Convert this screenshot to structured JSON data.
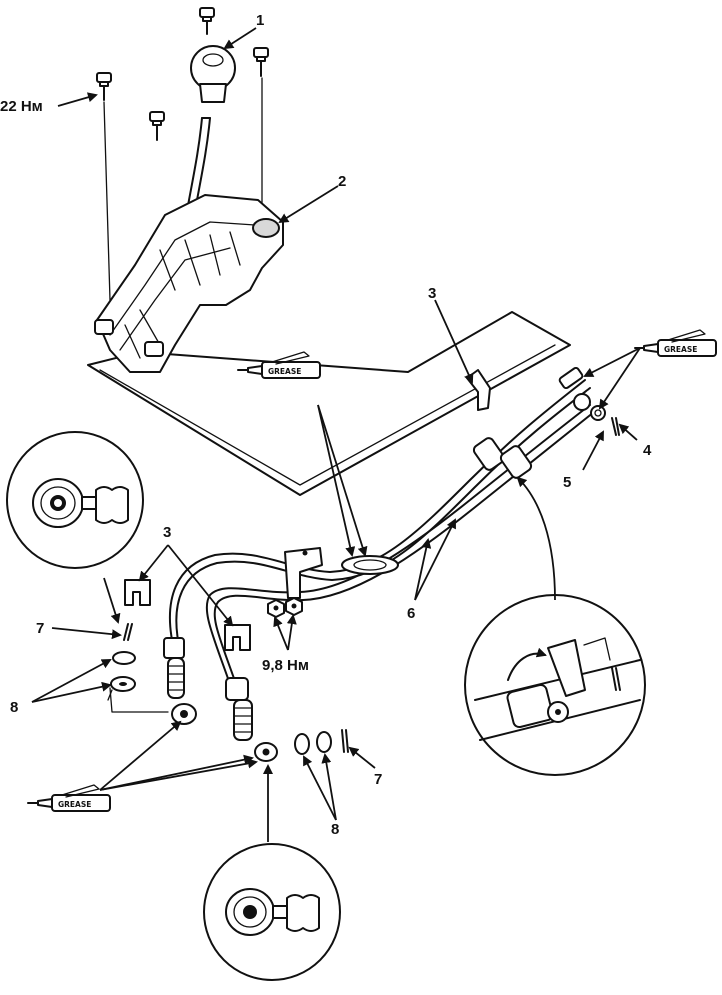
{
  "callouts": {
    "c1": "1",
    "c2": "2",
    "c3_top": "3",
    "c3_left": "3",
    "c4": "4",
    "c5": "5",
    "c6": "6",
    "c7_left": "7",
    "c7_right": "7",
    "c8_left": "8",
    "c8_bottom": "8"
  },
  "torques": {
    "bolt": "22 Нм",
    "nuts": "9,8 Нм"
  },
  "grease_labels": {
    "top_right": "GREASE",
    "middle": "GREASE",
    "bottom_left": "GREASE"
  }
}
